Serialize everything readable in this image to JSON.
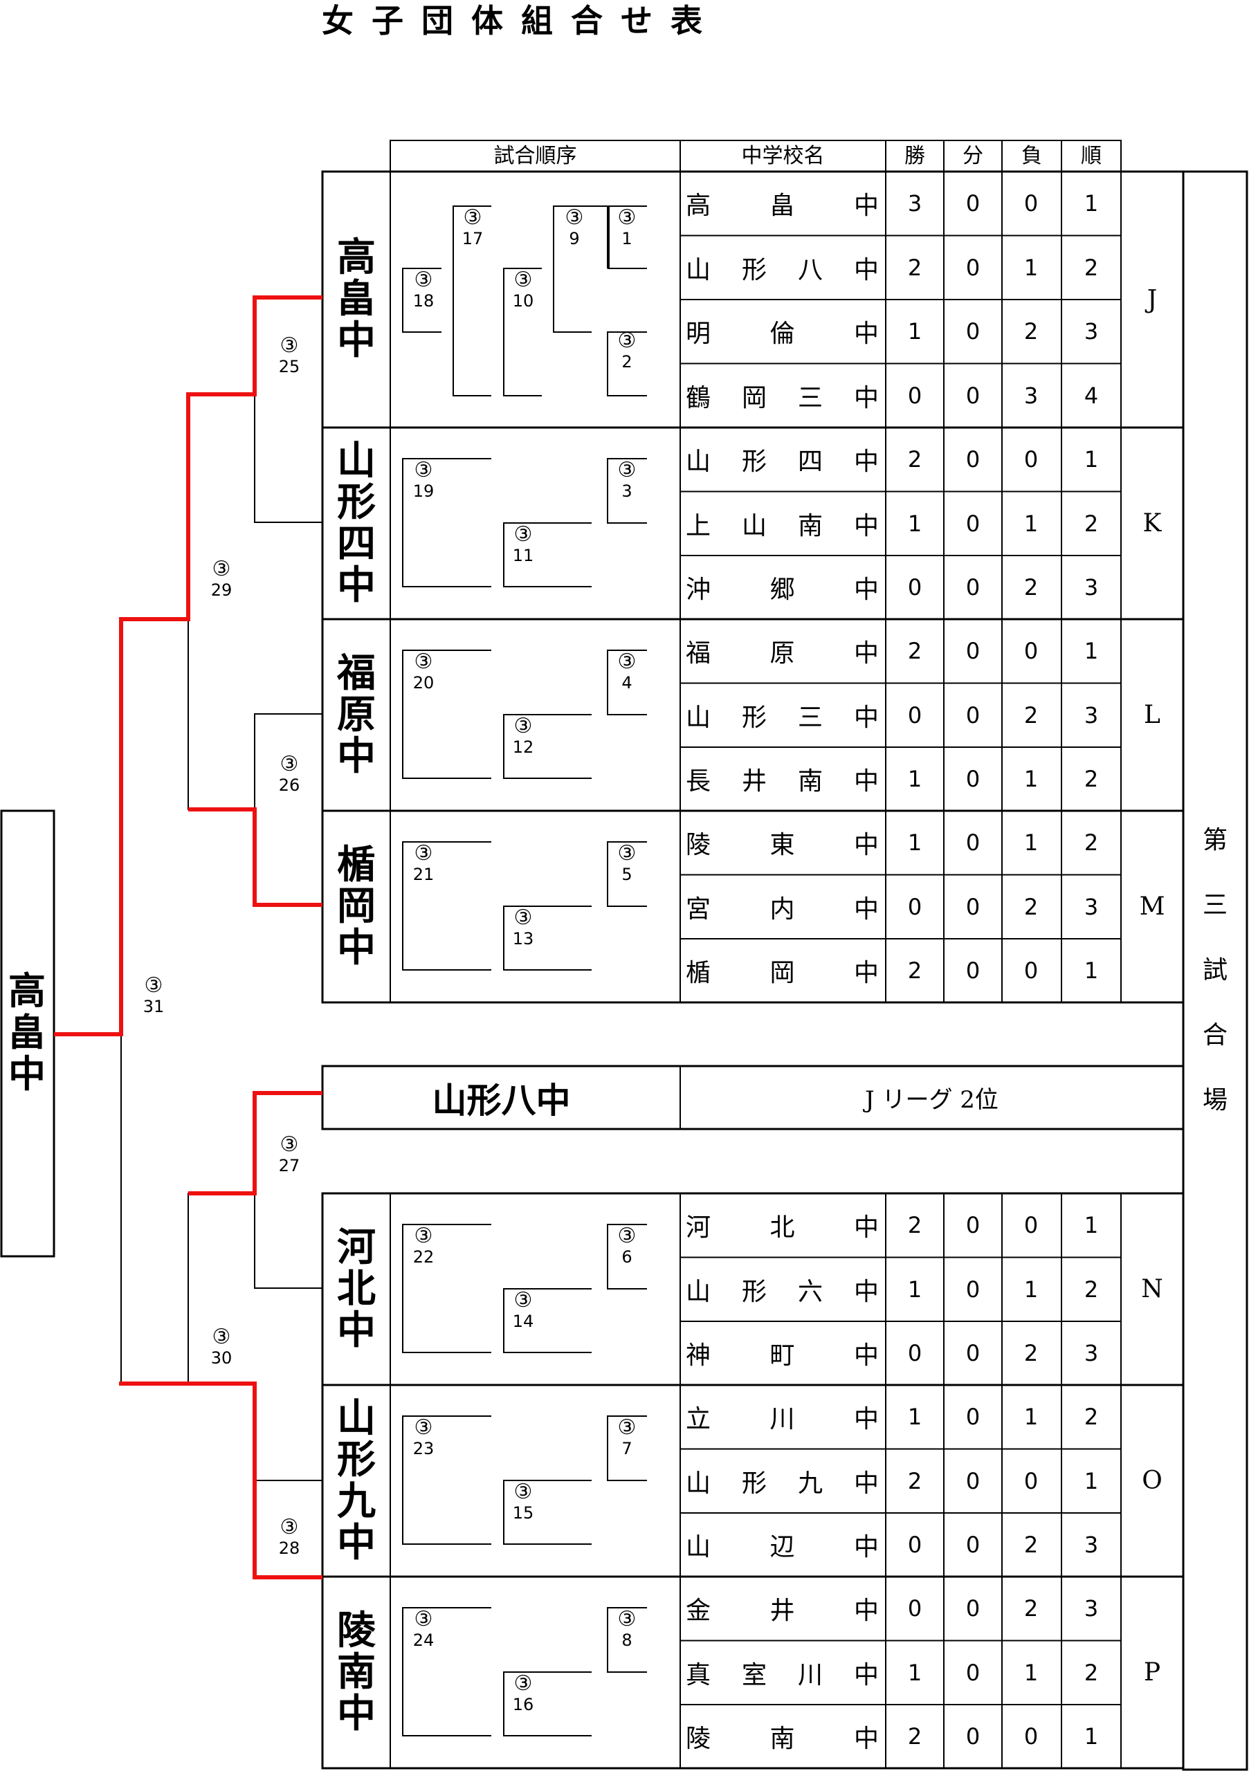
{
  "title": "女子団体組合せ表",
  "headers": {
    "order": "試合順序",
    "school": "中学校名",
    "win": "勝",
    "draw": "分",
    "loss": "負",
    "rank": "順"
  },
  "venue": [
    "第",
    "三",
    "試",
    "合",
    "場"
  ],
  "champion": "高畠中",
  "match_mark": "③",
  "bye": {
    "name": "山形八中",
    "note": "J リーグ 2位"
  },
  "groups": [
    {
      "league": "J",
      "winner": "高畠中",
      "teams": [
        {
          "chars": [
            "高",
            "畠",
            "中"
          ],
          "w": "3",
          "d": "0",
          "l": "0",
          "r": "1"
        },
        {
          "chars": [
            "山",
            "形",
            "八",
            "中"
          ],
          "w": "2",
          "d": "0",
          "l": "1",
          "r": "2"
        },
        {
          "chars": [
            "明",
            "倫",
            "中"
          ],
          "w": "1",
          "d": "0",
          "l": "2",
          "r": "3"
        },
        {
          "chars": [
            "鶴",
            "岡",
            "三",
            "中"
          ],
          "w": "0",
          "d": "0",
          "l": "3",
          "r": "4"
        }
      ],
      "matches": [
        "1",
        "2",
        "9",
        "10",
        "17",
        "18"
      ]
    },
    {
      "league": "K",
      "winner": "山形四中",
      "teams": [
        {
          "chars": [
            "山",
            "形",
            "四",
            "中"
          ],
          "w": "2",
          "d": "0",
          "l": "0",
          "r": "1"
        },
        {
          "chars": [
            "上",
            "山",
            "南",
            "中"
          ],
          "w": "1",
          "d": "0",
          "l": "1",
          "r": "2"
        },
        {
          "chars": [
            "沖",
            "郷",
            "中"
          ],
          "w": "0",
          "d": "0",
          "l": "2",
          "r": "3"
        }
      ],
      "matches": [
        "3",
        "11",
        "19"
      ]
    },
    {
      "league": "L",
      "winner": "福原中",
      "teams": [
        {
          "chars": [
            "福",
            "原",
            "中"
          ],
          "w": "2",
          "d": "0",
          "l": "0",
          "r": "1"
        },
        {
          "chars": [
            "山",
            "形",
            "三",
            "中"
          ],
          "w": "0",
          "d": "0",
          "l": "2",
          "r": "3"
        },
        {
          "chars": [
            "長",
            "井",
            "南",
            "中"
          ],
          "w": "1",
          "d": "0",
          "l": "1",
          "r": "2"
        }
      ],
      "matches": [
        "4",
        "12",
        "20"
      ]
    },
    {
      "league": "M",
      "winner": "楯岡中",
      "teams": [
        {
          "chars": [
            "陵",
            "東",
            "中"
          ],
          "w": "1",
          "d": "0",
          "l": "1",
          "r": "2"
        },
        {
          "chars": [
            "宮",
            "内",
            "中"
          ],
          "w": "0",
          "d": "0",
          "l": "2",
          "r": "3"
        },
        {
          "chars": [
            "楯",
            "岡",
            "中"
          ],
          "w": "2",
          "d": "0",
          "l": "0",
          "r": "1"
        }
      ],
      "matches": [
        "5",
        "13",
        "21"
      ]
    },
    {
      "league": "N",
      "winner": "河北中",
      "teams": [
        {
          "chars": [
            "河",
            "北",
            "中"
          ],
          "w": "2",
          "d": "0",
          "l": "0",
          "r": "1"
        },
        {
          "chars": [
            "山",
            "形",
            "六",
            "中"
          ],
          "w": "1",
          "d": "0",
          "l": "1",
          "r": "2"
        },
        {
          "chars": [
            "神",
            "町",
            "中"
          ],
          "w": "0",
          "d": "0",
          "l": "2",
          "r": "3"
        }
      ],
      "matches": [
        "6",
        "14",
        "22"
      ]
    },
    {
      "league": "O",
      "winner": "山形九中",
      "teams": [
        {
          "chars": [
            "立",
            "川",
            "中"
          ],
          "w": "1",
          "d": "0",
          "l": "1",
          "r": "2"
        },
        {
          "chars": [
            "山",
            "形",
            "九",
            "中"
          ],
          "w": "2",
          "d": "0",
          "l": "0",
          "r": "1"
        },
        {
          "chars": [
            "山",
            "辺",
            "中"
          ],
          "w": "0",
          "d": "0",
          "l": "2",
          "r": "3"
        }
      ],
      "matches": [
        "7",
        "15",
        "23"
      ]
    },
    {
      "league": "P",
      "winner": "陵南中",
      "teams": [
        {
          "chars": [
            "金",
            "井",
            "中"
          ],
          "w": "0",
          "d": "0",
          "l": "2",
          "r": "3"
        },
        {
          "chars": [
            "真",
            "室",
            "川",
            "中"
          ],
          "w": "1",
          "d": "0",
          "l": "1",
          "r": "2"
        },
        {
          "chars": [
            "陵",
            "南",
            "中"
          ],
          "w": "2",
          "d": "0",
          "l": "0",
          "r": "1"
        }
      ],
      "matches": [
        "8",
        "16",
        "24"
      ]
    }
  ],
  "knockout": [
    "25",
    "26",
    "27",
    "28",
    "29",
    "30",
    "31"
  ]
}
